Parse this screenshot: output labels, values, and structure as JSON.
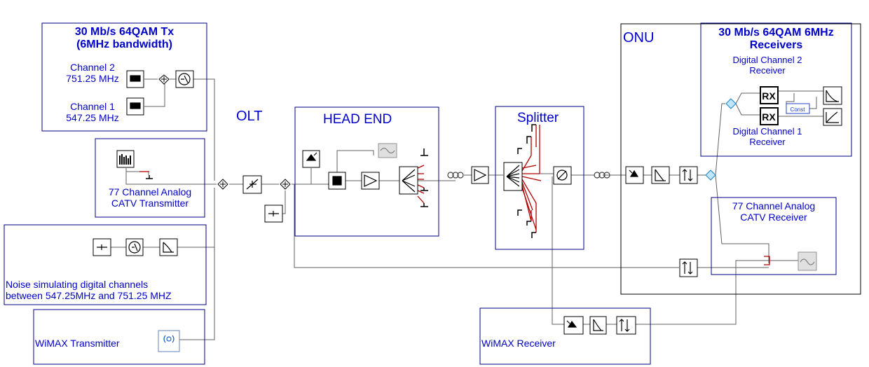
{
  "blocks": {
    "tx": {
      "title_1": "30 Mb/s 64QAM Tx",
      "title_2": "(6MHz bandwidth)",
      "ch2_name": "Channel 2",
      "ch2_freq": "751.25 MHz",
      "ch1_name": "Channel 1",
      "ch1_freq": "547.25 MHz"
    },
    "olt": {
      "label": "OLT"
    },
    "catv_tx": {
      "line_1": "77 Channel  Analog",
      "line_2": "CATV Transmitter"
    },
    "noise": {
      "line_1": "Noise simulating digital channels",
      "line_2": "between 547.25MHz and 751.25 MHZ"
    },
    "wimax_tx": {
      "label": "WiMAX Transmitter"
    },
    "head_end": {
      "label": "HEAD END"
    },
    "splitter": {
      "label": "Splitter"
    },
    "wimax_rx": {
      "label": "WiMAX Receiver"
    },
    "onu": {
      "label": "ONU"
    },
    "digital_rx": {
      "title_1": "30 Mb/s 64QAM 6MHz",
      "title_2": "Receivers",
      "ch2_1": "Digital Channel 2",
      "ch2_2": "Receiver",
      "ch1_1": "Digital Channel 1",
      "ch1_2": "Receiver"
    },
    "catv_rx": {
      "line_1": "77 Channel Analog",
      "line_2": "CATV Receiver"
    }
  },
  "component_text": {
    "rx": "RX",
    "const": "Const"
  },
  "colors": {
    "label_blue": "#0000c8",
    "frame": "#000080",
    "wire": "#606060",
    "port": "#b00000",
    "port_tap": "#2080c0"
  }
}
